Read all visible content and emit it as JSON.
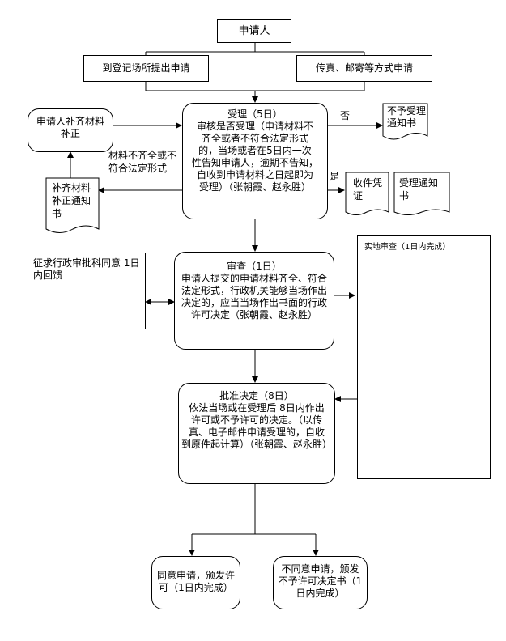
{
  "applicant": "申请人",
  "submit_onsite": "到登记场所提出申请",
  "submit_remote": "传真、邮寄等方式申请",
  "accept": {
    "title": "受理（5日）",
    "body": "审核是否受理（申请材料不\n齐全或者不符合法定形式\n的，当场或者在5日内一次\n性告知申请人，逾期不告知，\n自收到申请材料之日起即为\n受理）（张朝霞、赵永胜）"
  },
  "supplement": "申请人补齐材料\n补正",
  "supplement_notice": "补齐材料\n补正通知\n书",
  "incomplete_label": "材料不齐全或不\n符合法定形式",
  "no_label": "否",
  "yes_label": "是",
  "reject_notice": "不予受理\n通知书",
  "receipt": "收件凭\n证",
  "accept_notice": "受理通知\n书",
  "review": {
    "title": "审查（1日）",
    "body": "申请人提交的申请材料齐全、符合\n法定形式，行政机关能够当场作出\n决定的，应当当场作出书面的行政\n许可决定（张朝霞、赵永胜）"
  },
  "consult": "征求行政审批科同意 1日\n内回馈",
  "site_check": "实地审查（1日内完成）",
  "decision": {
    "title": "批准决定（8日）",
    "body": "依法当场或在受理后 8日内作出\n许可或不予许可的决定。（以传\n真、电子邮件申请受理的，自收\n到原件起计算）（张朝霞、赵永胜）"
  },
  "approve": "同意申请，颁发许\n可（1日内完成）",
  "deny": "不同意申请，颁发\n不予许可决定书（1\n日内完成）"
}
